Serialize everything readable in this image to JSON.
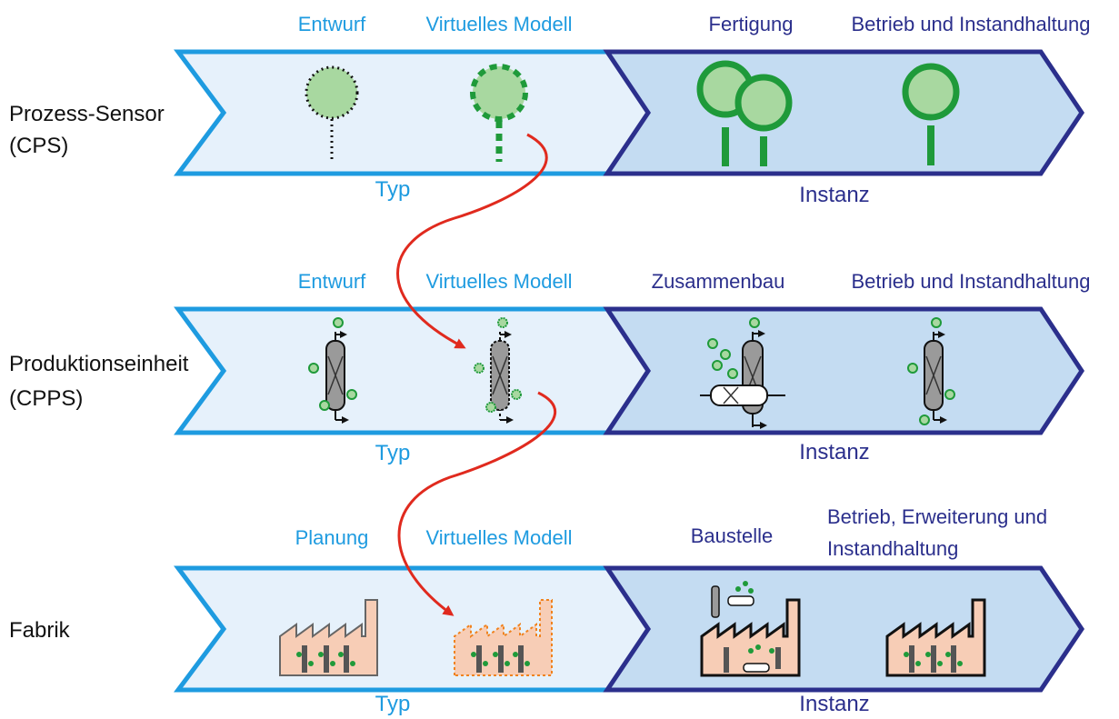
{
  "rows": [
    {
      "label_lines": [
        "Prozess-Sensor",
        "(CPS)"
      ],
      "type_phases": [
        "Entwurf",
        "Virtuelles Modell"
      ],
      "instance_phases": [
        [
          "Fertigung"
        ],
        [
          "Betrieb und Instandhaltung"
        ]
      ],
      "type_band": "Typ",
      "instance_band": "Instanz"
    },
    {
      "label_lines": [
        "Produktionseinheit",
        "(CPPS)"
      ],
      "type_phases": [
        "Entwurf",
        "Virtuelles Modell"
      ],
      "instance_phases": [
        [
          "Zusammenbau"
        ],
        [
          "Betrieb und Instandhaltung"
        ]
      ],
      "type_band": "Typ",
      "instance_band": "Instanz"
    },
    {
      "label_lines": [
        "Fabrik"
      ],
      "type_phases": [
        "Planung",
        "Virtuelles Modell"
      ],
      "instance_phases": [
        [
          "Baustelle"
        ],
        [
          "Betrieb, Erweiterung und",
          "Instandhaltung"
        ]
      ],
      "type_band": "Typ",
      "instance_band": "Instanz"
    }
  ],
  "colors": {
    "type_stroke": "#1e9be0",
    "type_fill": "#e6f1fb",
    "instance_stroke": "#2b2f8c",
    "instance_fill": "#c4dcf2",
    "sensor_green": "#1f9a3a",
    "sensor_fill": "#a8d8a0",
    "factory_fill": "#f7cdb6",
    "flow_arrow": "#e02a1e"
  }
}
